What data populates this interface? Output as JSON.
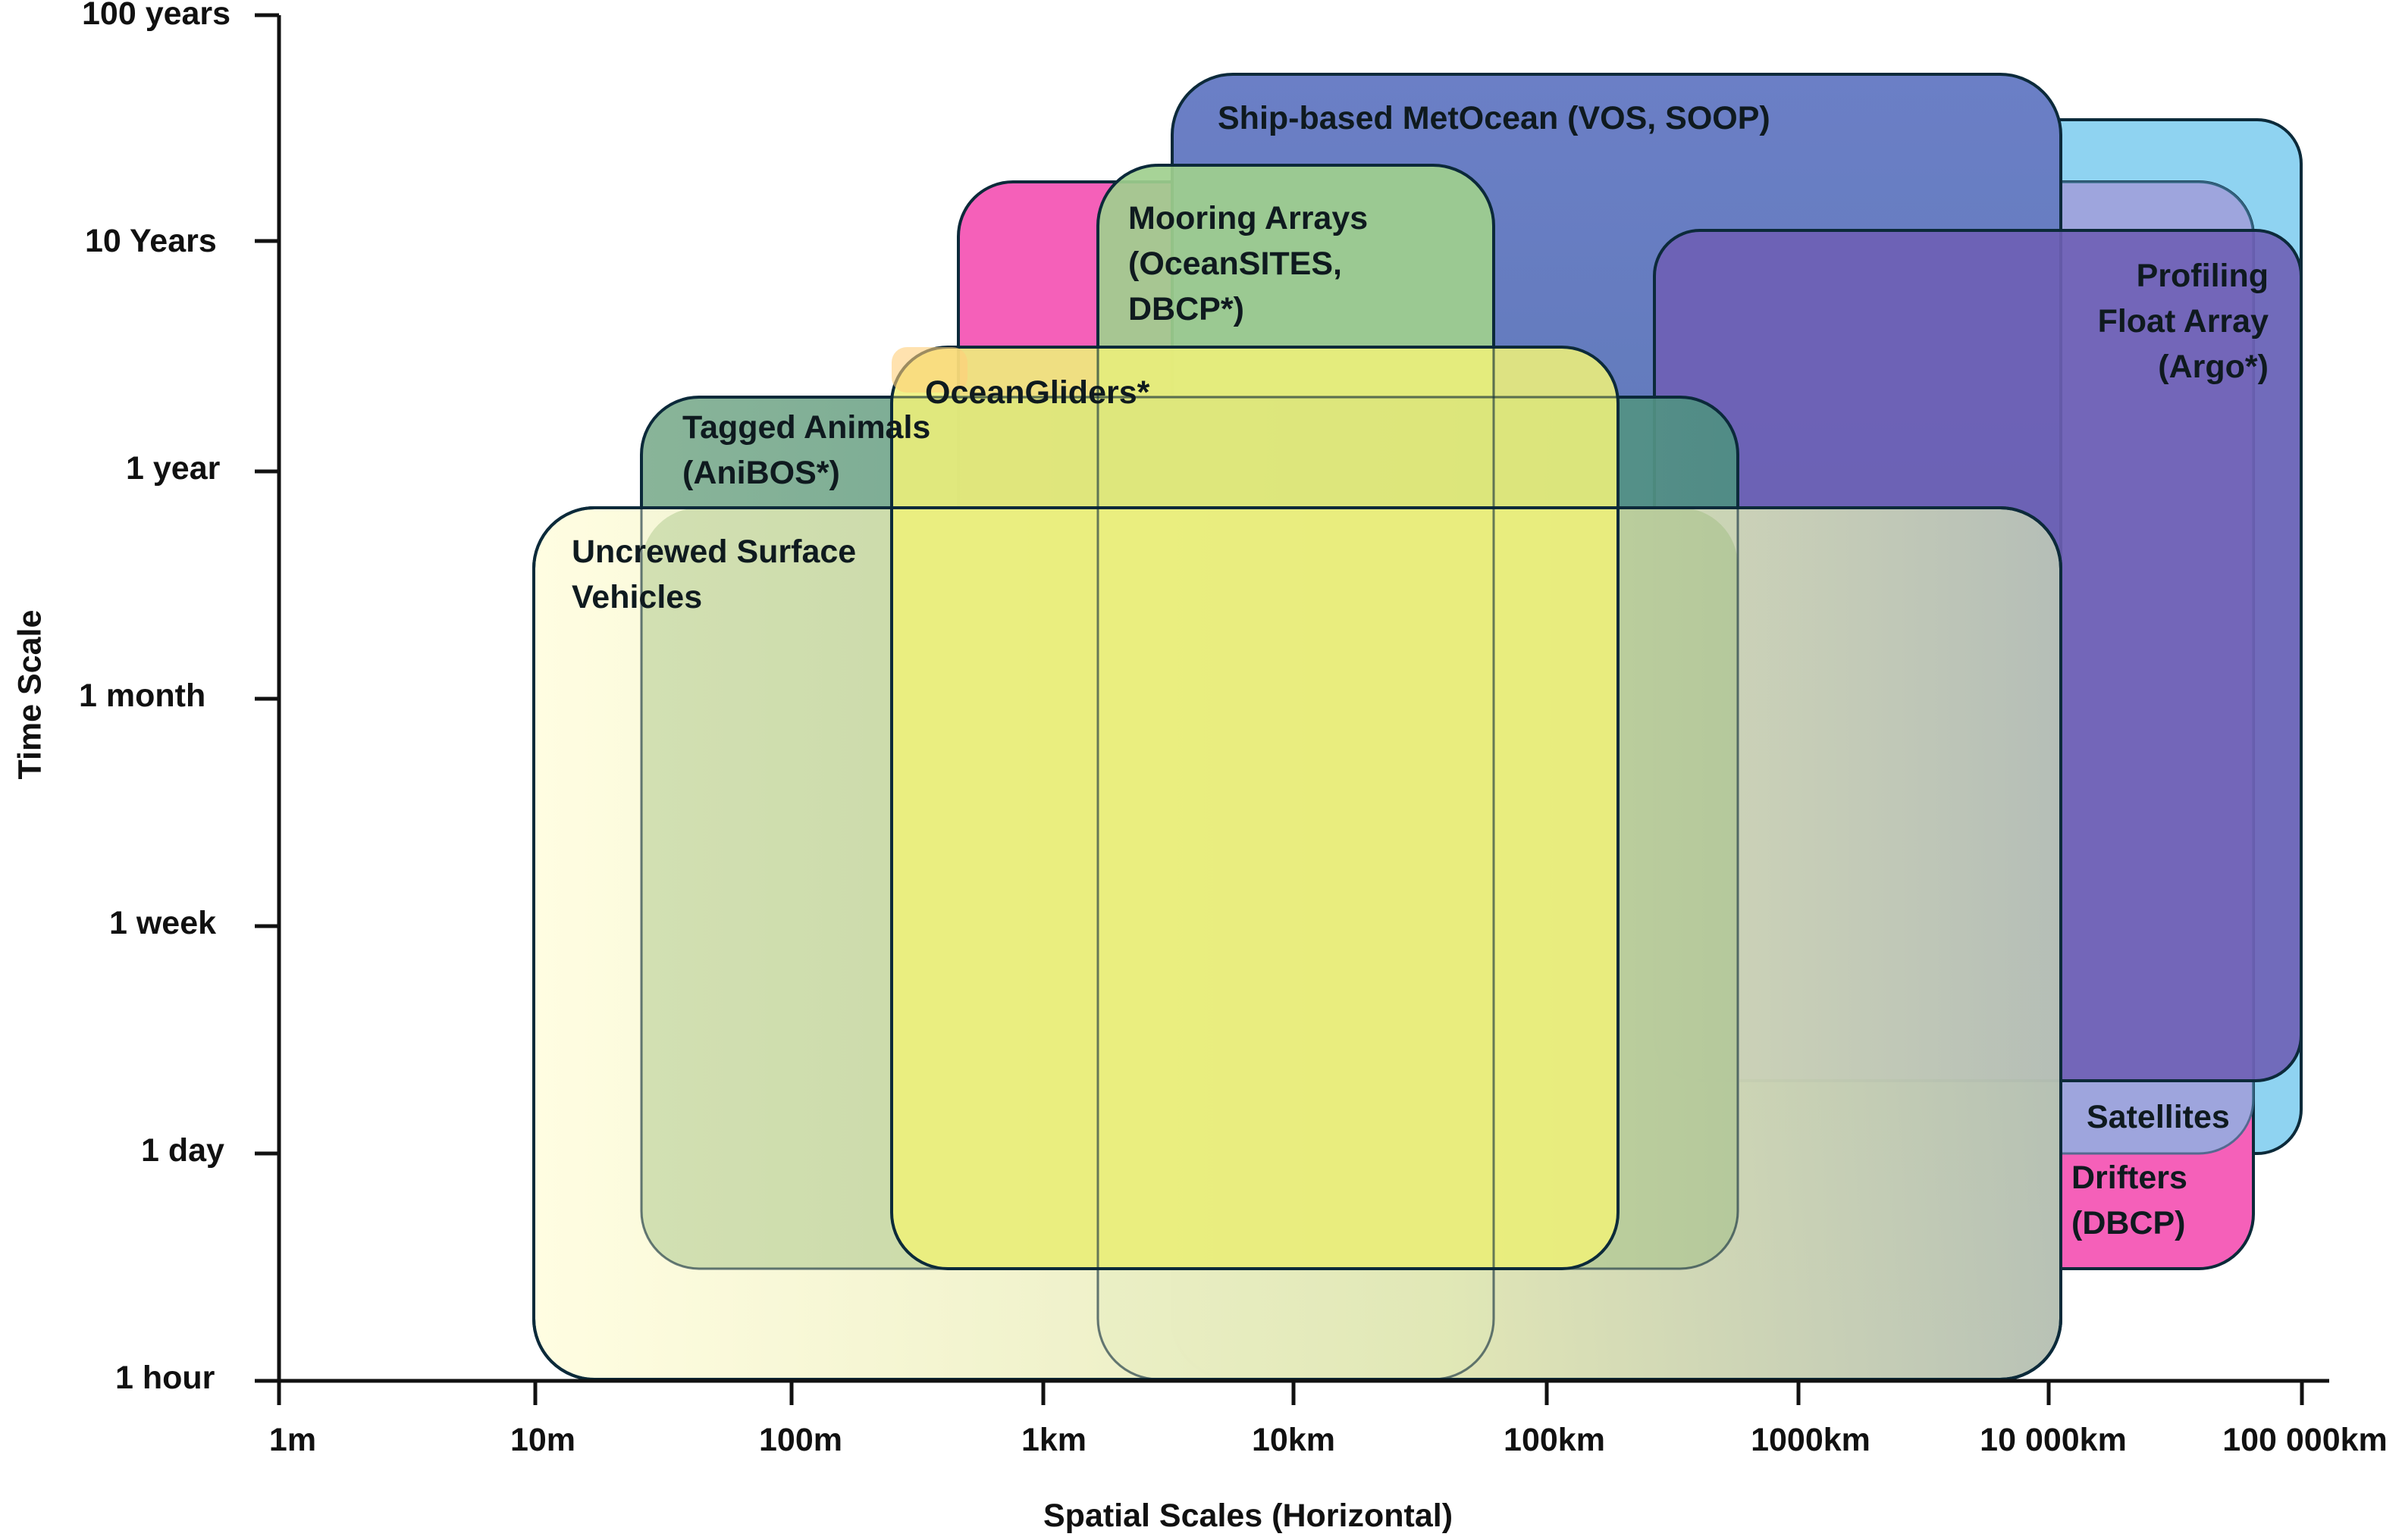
{
  "axes": {
    "y_title": "Time Scale",
    "x_title": "Spatial Scales (Horizontal)",
    "y_ticks": [
      "1 hour",
      "1 day",
      "1 week",
      "1 month",
      "1 year",
      "10 Years",
      "100 years"
    ],
    "x_ticks": [
      "1m",
      "10m",
      "100m",
      "1km",
      "10km",
      "100km",
      "1000km",
      "10 000km",
      "100 000km"
    ]
  },
  "boxes": [
    {
      "id": "satellites",
      "lines": [
        "Satellites"
      ],
      "color": "#7fd0f0"
    },
    {
      "id": "ship",
      "lines": [
        "Ship-based MetOcean (VOS, SOOP)"
      ],
      "color": "#5b6fbd"
    },
    {
      "id": "profiling",
      "lines": [
        "Profiling",
        "Float Array",
        "(Argo*)"
      ],
      "color": "#6a57ad"
    },
    {
      "id": "drifters",
      "lines": [
        "Drifters",
        "(DBCP)"
      ],
      "color": "#f35bb8"
    },
    {
      "id": "mooring",
      "lines": [
        "Mooring Arrays",
        "(OceanSITES,",
        "DBCP*)"
      ],
      "color": "#9ccc8a"
    },
    {
      "id": "tagged",
      "lines": [
        "Tagged Animals",
        "(AniBOS*)"
      ],
      "color": "#4f9a85"
    },
    {
      "id": "gliders",
      "lines": [
        "OceanGliders*"
      ],
      "color": "#eef07a"
    },
    {
      "id": "usv",
      "lines": [
        "Uncrewed Surface",
        "Vehicles"
      ],
      "color": "#fdfbd8"
    }
  ]
}
